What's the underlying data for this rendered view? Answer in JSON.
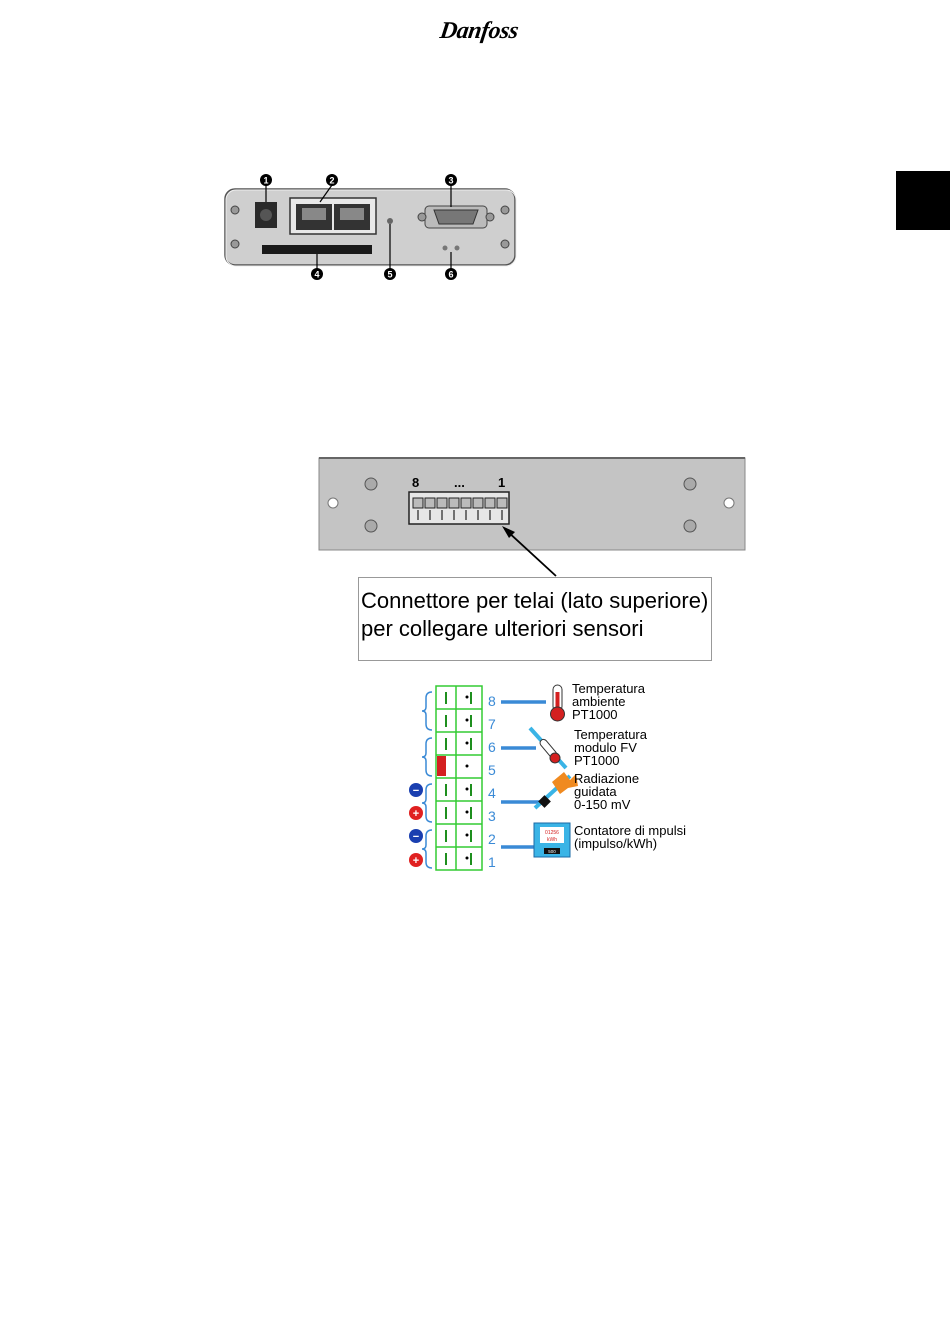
{
  "header": {
    "logo_text": "Danfoss"
  },
  "device_panel": {
    "markers": [
      "1",
      "2",
      "3",
      "4",
      "5",
      "6"
    ]
  },
  "frame_panel": {
    "pin_label_left": "8",
    "pin_label_mid": "...",
    "pin_label_right": "1"
  },
  "callout": {
    "line1": "Connettore per telai (lato superiore)",
    "line2": "per collegare ulteriori sensori"
  },
  "wiring": {
    "terminal_numbers": [
      "8",
      "7",
      "6",
      "5",
      "4",
      "3",
      "2",
      "1"
    ],
    "sensors": [
      {
        "label": "Temperatura\nambiente\nPT1000",
        "icon": "thermometer-icon"
      },
      {
        "label": "Temperatura\nmodulo FV\nPT1000",
        "icon": "panel-thermometer-icon"
      },
      {
        "label": "Radiazione\nguidata\n0-150 mV",
        "icon": "irradiance-sensor-icon"
      },
      {
        "label": "Contatore di mpulsi\n(impulso/kWh)",
        "icon": "pulse-meter-icon"
      }
    ],
    "meter_display": {
      "line1": "01256",
      "line2": "kWh",
      "base": "500"
    },
    "polarity": [
      "−",
      "+",
      "−",
      "+"
    ]
  },
  "colors": {
    "terminal_green": "#33cc33",
    "wire_blue": "#3a8ad6",
    "minus_blue": "#1a3fb0",
    "plus_red": "#e02020",
    "tab_black": "#000000"
  }
}
